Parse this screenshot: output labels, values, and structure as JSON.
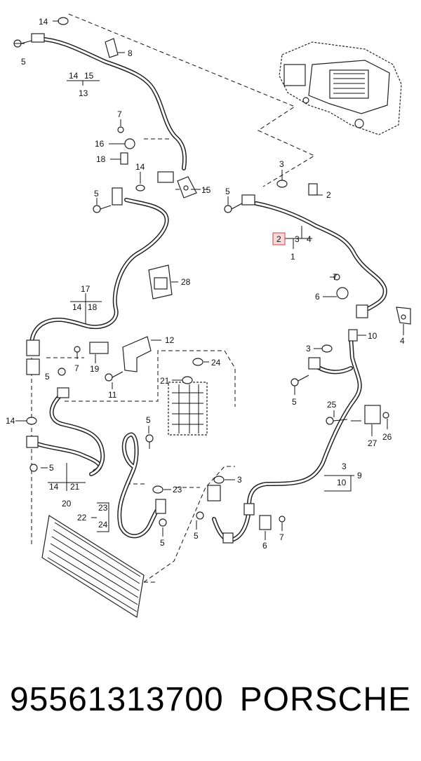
{
  "diagram": {
    "callouts": [
      {
        "id": "c14a",
        "text": "14"
      },
      {
        "id": "c5a",
        "text": "5"
      },
      {
        "id": "c8",
        "text": "8"
      },
      {
        "id": "c14b",
        "text": "14"
      },
      {
        "id": "c15b",
        "text": "15"
      },
      {
        "id": "c13",
        "text": "13"
      },
      {
        "id": "c7a",
        "text": "7"
      },
      {
        "id": "c16",
        "text": "16"
      },
      {
        "id": "c18",
        "text": "18"
      },
      {
        "id": "c14c",
        "text": "14"
      },
      {
        "id": "c15c",
        "text": "15"
      },
      {
        "id": "c5b",
        "text": "5"
      },
      {
        "id": "c3a",
        "text": "3"
      },
      {
        "id": "c5c",
        "text": "5"
      },
      {
        "id": "c2a",
        "text": "2"
      },
      {
        "id": "c2b",
        "text": "2"
      },
      {
        "id": "c3b",
        "text": "3"
      },
      {
        "id": "c4a",
        "text": "4"
      },
      {
        "id": "c1",
        "text": "1"
      },
      {
        "id": "c28",
        "text": "28"
      },
      {
        "id": "c17",
        "text": "17"
      },
      {
        "id": "c14d",
        "text": "14"
      },
      {
        "id": "c18b",
        "text": "18"
      },
      {
        "id": "c7b",
        "text": "7"
      },
      {
        "id": "c6a",
        "text": "6"
      },
      {
        "id": "c4b",
        "text": "4"
      },
      {
        "id": "c12",
        "text": "12"
      },
      {
        "id": "c7c",
        "text": "7"
      },
      {
        "id": "c19",
        "text": "19"
      },
      {
        "id": "c10",
        "text": "10"
      },
      {
        "id": "c3c",
        "text": "3"
      },
      {
        "id": "c5d",
        "text": "5"
      },
      {
        "id": "c24",
        "text": "24"
      },
      {
        "id": "c11",
        "text": "11"
      },
      {
        "id": "c21a",
        "text": "21"
      },
      {
        "id": "c5e",
        "text": "5"
      },
      {
        "id": "c25",
        "text": "25"
      },
      {
        "id": "c14e",
        "text": "14"
      },
      {
        "id": "c5f",
        "text": "5"
      },
      {
        "id": "c27",
        "text": "27"
      },
      {
        "id": "c26",
        "text": "26"
      },
      {
        "id": "c5g",
        "text": "5"
      },
      {
        "id": "c3d",
        "text": "3"
      },
      {
        "id": "c9",
        "text": "9"
      },
      {
        "id": "c10b",
        "text": "10"
      },
      {
        "id": "c14f",
        "text": "14"
      },
      {
        "id": "c21b",
        "text": "21"
      },
      {
        "id": "c20",
        "text": "20"
      },
      {
        "id": "c3e",
        "text": "3"
      },
      {
        "id": "c23a",
        "text": "23"
      },
      {
        "id": "c23b",
        "text": "23"
      },
      {
        "id": "c22",
        "text": "22"
      },
      {
        "id": "c24b",
        "text": "24"
      },
      {
        "id": "c5h",
        "text": "5"
      },
      {
        "id": "c5i",
        "text": "5"
      },
      {
        "id": "c6b",
        "text": "6"
      },
      {
        "id": "c7d",
        "text": "7"
      }
    ]
  },
  "footer": {
    "part_number": "95561313700",
    "brand": "PORSCHE"
  }
}
